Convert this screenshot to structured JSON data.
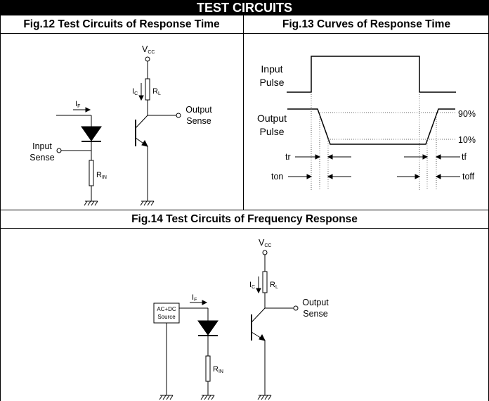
{
  "title": "TEST CIRCUITS",
  "fig12": {
    "title": "Fig.12 Test Circuits of Response Time",
    "vcc": "V",
    "vcc_sub": "CC",
    "if": "I",
    "if_sub": "F",
    "ic": "I",
    "ic_sub": "C",
    "rl": "R",
    "rl_sub": "L",
    "rin": "R",
    "rin_sub": "IN",
    "input_sense": [
      "Input",
      "Sense"
    ],
    "output_sense": [
      "Output",
      "Sense"
    ]
  },
  "fig13": {
    "title": "Fig.13 Curves of Response Time",
    "input_pulse": [
      "Input",
      "Pulse"
    ],
    "output_pulse": [
      "Output",
      "Pulse"
    ],
    "pct90": "90%",
    "pct10": "10%",
    "tr": "tr",
    "tf": "tf",
    "ton": "ton",
    "toff": "toff"
  },
  "fig14": {
    "title": "Fig.14 Test Circuits of Frequency Response",
    "vcc": "V",
    "vcc_sub": "CC",
    "if": "I",
    "if_sub": "F",
    "ic": "I",
    "ic_sub": "C",
    "rl": "R",
    "rl_sub": "L",
    "rin": "R",
    "rin_sub": "IN",
    "source": [
      "AC+DC",
      "Source"
    ],
    "output_sense": [
      "Output",
      "Sense"
    ]
  }
}
